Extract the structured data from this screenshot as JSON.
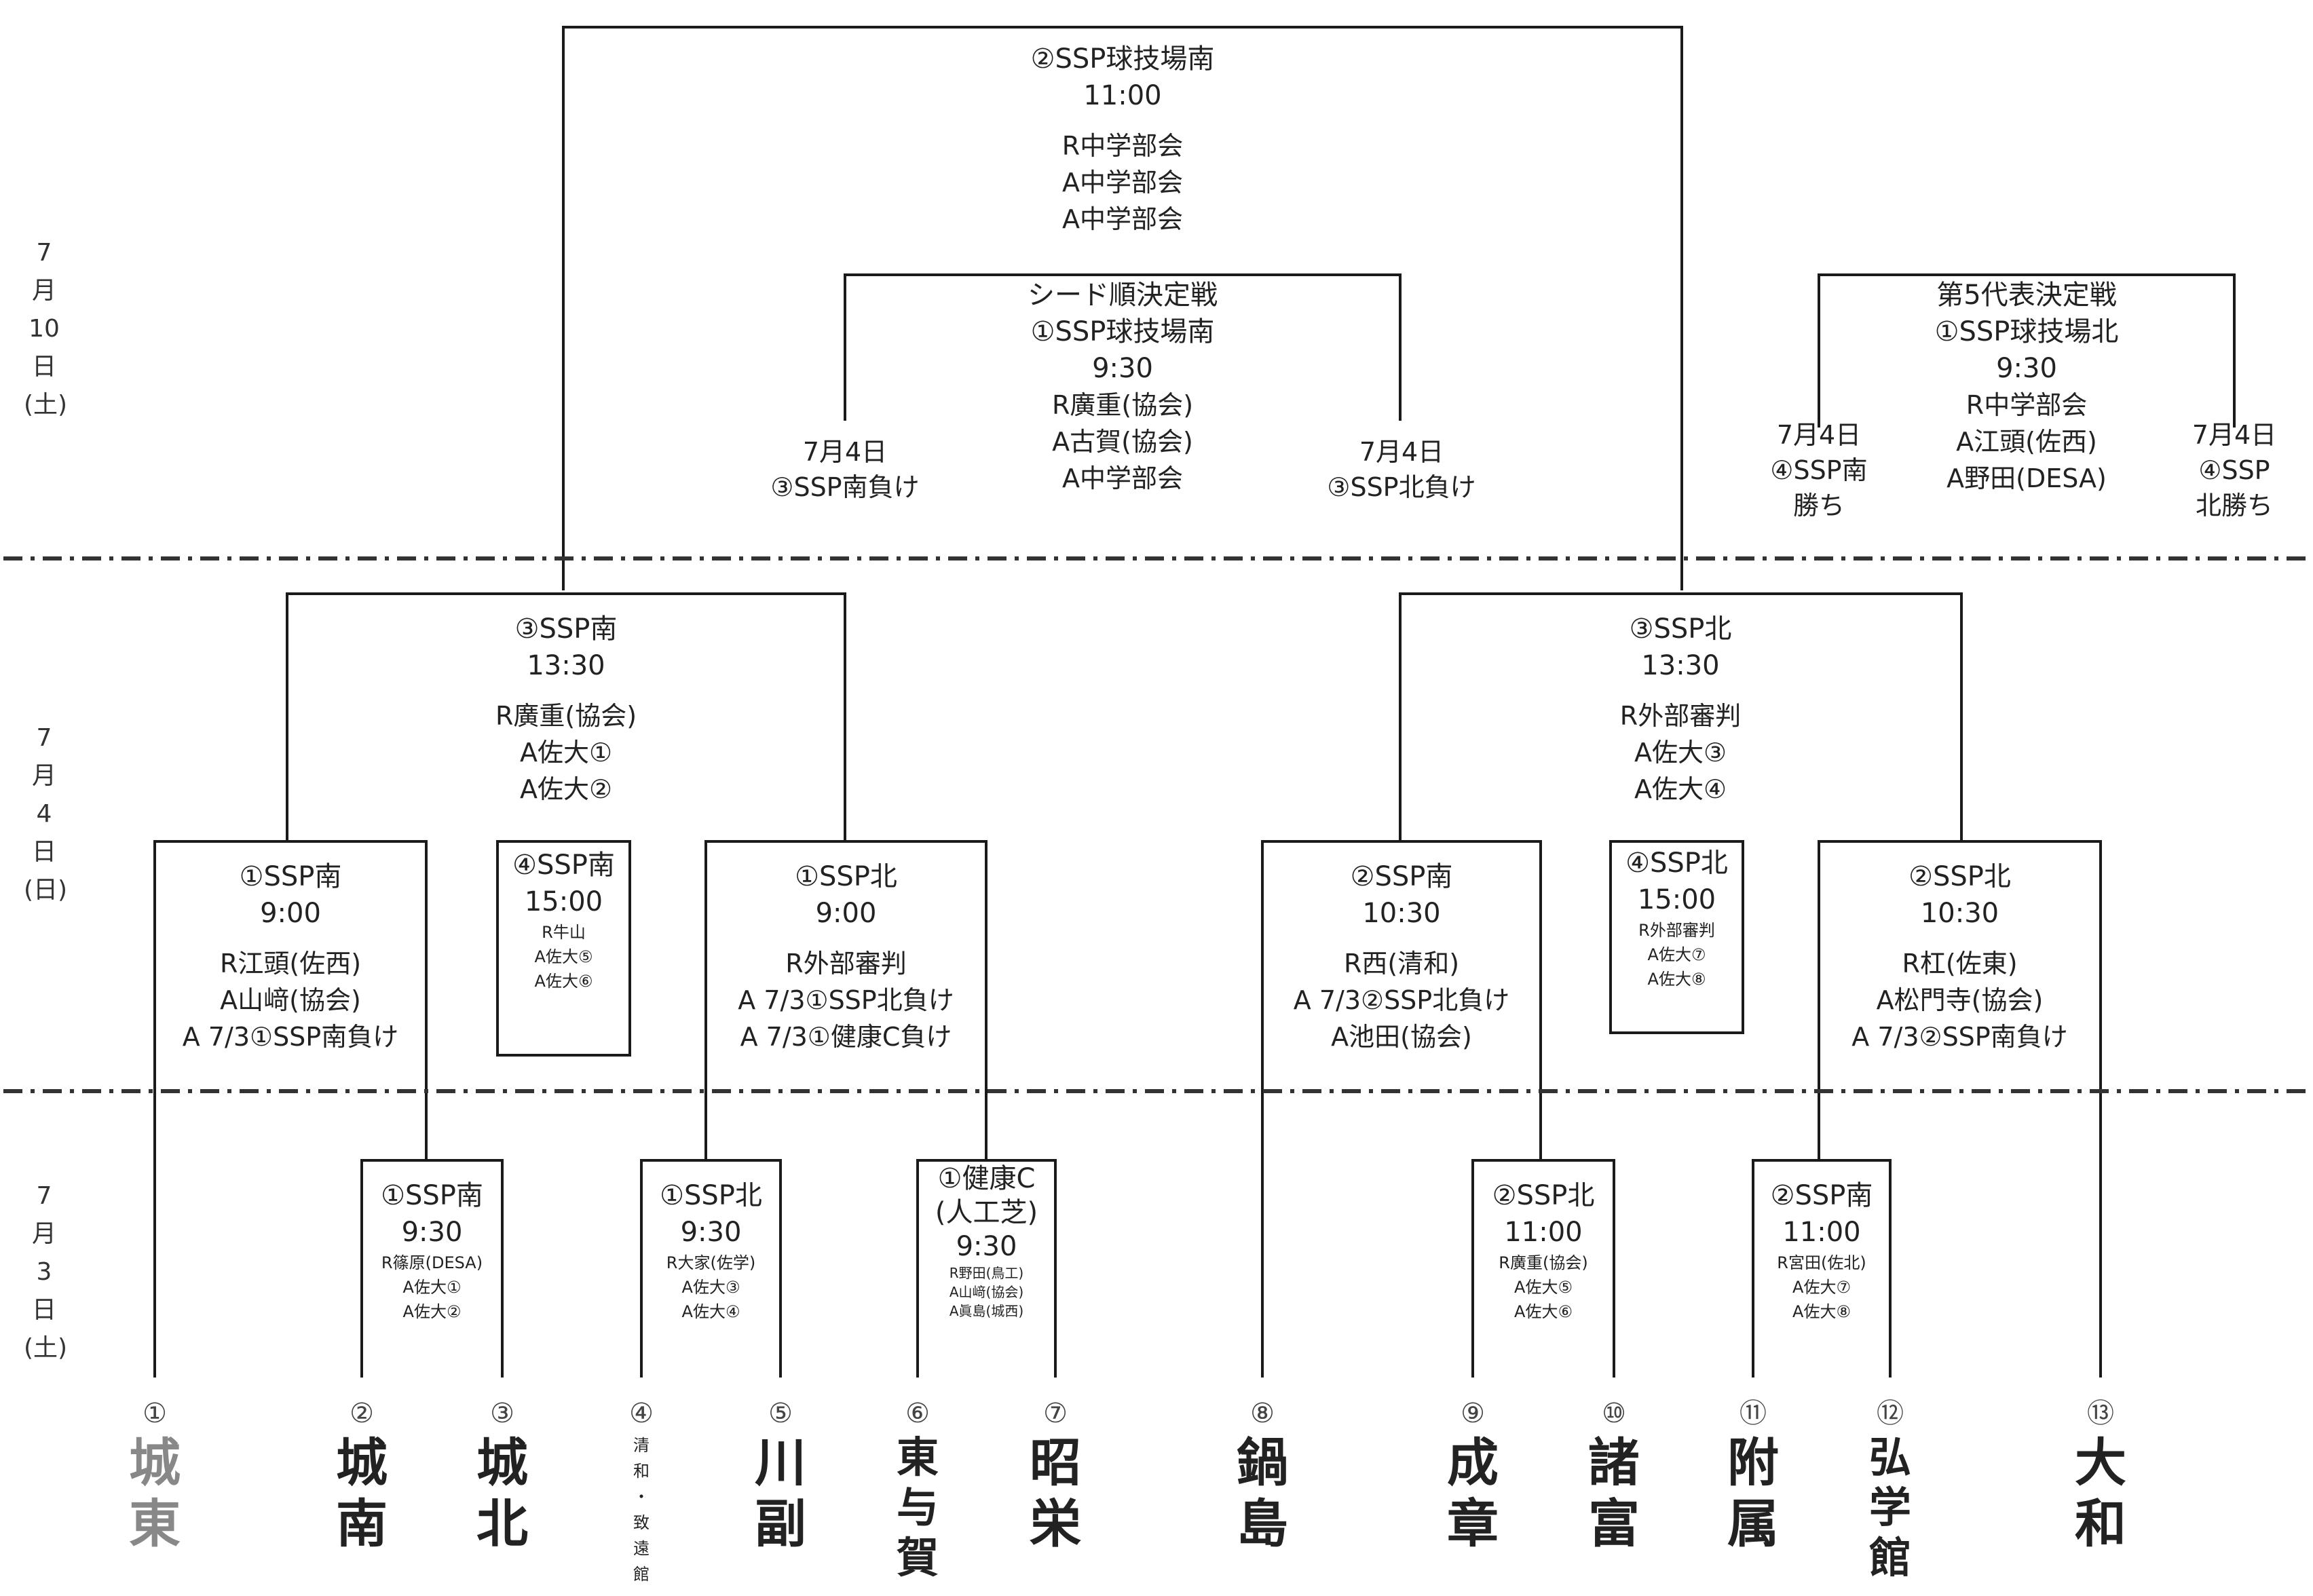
{
  "colors": {
    "line": "#1a1a1a",
    "divider": "#333333",
    "faded_team": "#888888"
  },
  "dates": [
    {
      "lines": [
        "7",
        "月",
        "10",
        "日",
        "(土)"
      ]
    },
    {
      "lines": [
        "7",
        "月",
        "4",
        "日",
        "(日)"
      ]
    },
    {
      "lines": [
        "7",
        "月",
        "3",
        "日",
        "(土)"
      ]
    }
  ],
  "final": {
    "venue": "②SSP球技場南",
    "time": "11:00",
    "refs": [
      "R中学部会",
      "A中学部会",
      "A中学部会"
    ]
  },
  "seed_match": {
    "title": "シード順決定戦",
    "venue": "①SSP球技場南",
    "time": "9:30",
    "refs": [
      "R廣重(協会)",
      "A古賀(協会)",
      "A中学部会"
    ],
    "left": [
      "7月4日",
      "③SSP南負け"
    ],
    "right": [
      "7月4日",
      "③SSP北負け"
    ]
  },
  "fifth_match": {
    "title": "第5代表決定戦",
    "venue": "①SSP球技場北",
    "time": "9:30",
    "refs": [
      "R中学部会",
      "A江頭(佐西)",
      "A野田(DESA)"
    ],
    "left": [
      "7月4日",
      "④SSP南",
      "勝ち"
    ],
    "right": [
      "7月4日",
      "④SSP",
      "北勝ち"
    ]
  },
  "semis": [
    {
      "venue": "③SSP南",
      "time": "13:30",
      "refs": [
        "R廣重(協会)",
        "A佐大①",
        "A佐大②"
      ]
    },
    {
      "venue": "③SSP北",
      "time": "13:30",
      "refs": [
        "R外部審判",
        "A佐大③",
        "A佐大④"
      ]
    }
  ],
  "qf": [
    {
      "venue": "①SSP南",
      "time": "9:00",
      "refs": [
        "R江頭(佐西)",
        "A山﨑(協会)",
        "A 7/3①SSP南負け"
      ]
    },
    {
      "venue": "①SSP北",
      "time": "9:00",
      "refs": [
        "R外部審判",
        "A 7/3①SSP北負け",
        "A 7/3①健康C負け"
      ]
    },
    {
      "venue": "②SSP南",
      "time": "10:30",
      "refs": [
        "R西(清和)",
        "A 7/3②SSP北負け",
        "A池田(協会)"
      ]
    },
    {
      "venue": "②SSP北",
      "time": "10:30",
      "refs": [
        "R杠(佐東)",
        "A松門寺(協会)",
        "A 7/3②SSP南負け"
      ]
    }
  ],
  "consolation": [
    {
      "venue": "④SSP南",
      "time": "15:00",
      "refs": [
        "R牛山",
        "A佐大⑤",
        "A佐大⑥"
      ]
    },
    {
      "venue": "④SSP北",
      "time": "15:00",
      "refs": [
        "R外部審判",
        "A佐大⑦",
        "A佐大⑧"
      ]
    }
  ],
  "r1": [
    {
      "venue": "①SSP南",
      "time": "9:30",
      "refs": [
        "R篠原(DESA)",
        "A佐大①",
        "A佐大②"
      ]
    },
    {
      "venue": "①SSP北",
      "time": "9:30",
      "refs": [
        "R大家(佐学)",
        "A佐大③",
        "A佐大④"
      ]
    },
    {
      "venue": "①健康C",
      "venue2": "(人工芝)",
      "time": "9:30",
      "refs": [
        "R野田(鳥工)",
        "A山﨑(協会)",
        "A眞島(城西)"
      ]
    },
    {
      "venue": "②SSP北",
      "time": "11:00",
      "refs": [
        "R廣重(協会)",
        "A佐大⑤",
        "A佐大⑥"
      ]
    },
    {
      "venue": "②SSP南",
      "time": "11:00",
      "refs": [
        "R宮田(佐北)",
        "A佐大⑦",
        "A佐大⑧"
      ]
    }
  ],
  "teams": [
    {
      "num": "①",
      "name": [
        "城",
        "東"
      ]
    },
    {
      "num": "②",
      "name": [
        "城",
        "南"
      ]
    },
    {
      "num": "③",
      "name": [
        "城",
        "北"
      ]
    },
    {
      "num": "④",
      "name": [
        "清",
        "和",
        "・",
        "致",
        "遠",
        "館"
      ]
    },
    {
      "num": "⑤",
      "name": [
        "川",
        "副"
      ]
    },
    {
      "num": "⑥",
      "name": [
        "東",
        "与",
        "賀"
      ]
    },
    {
      "num": "⑦",
      "name": [
        "昭",
        "栄"
      ]
    },
    {
      "num": "⑧",
      "name": [
        "鍋",
        "島"
      ]
    },
    {
      "num": "⑨",
      "name": [
        "成",
        "章"
      ]
    },
    {
      "num": "⑩",
      "name": [
        "諸",
        "富"
      ]
    },
    {
      "num": "⑪",
      "name": [
        "附",
        "属"
      ]
    },
    {
      "num": "⑫",
      "name": [
        "弘",
        "学",
        "館"
      ]
    },
    {
      "num": "⑬",
      "name": [
        "大",
        "和"
      ]
    }
  ]
}
